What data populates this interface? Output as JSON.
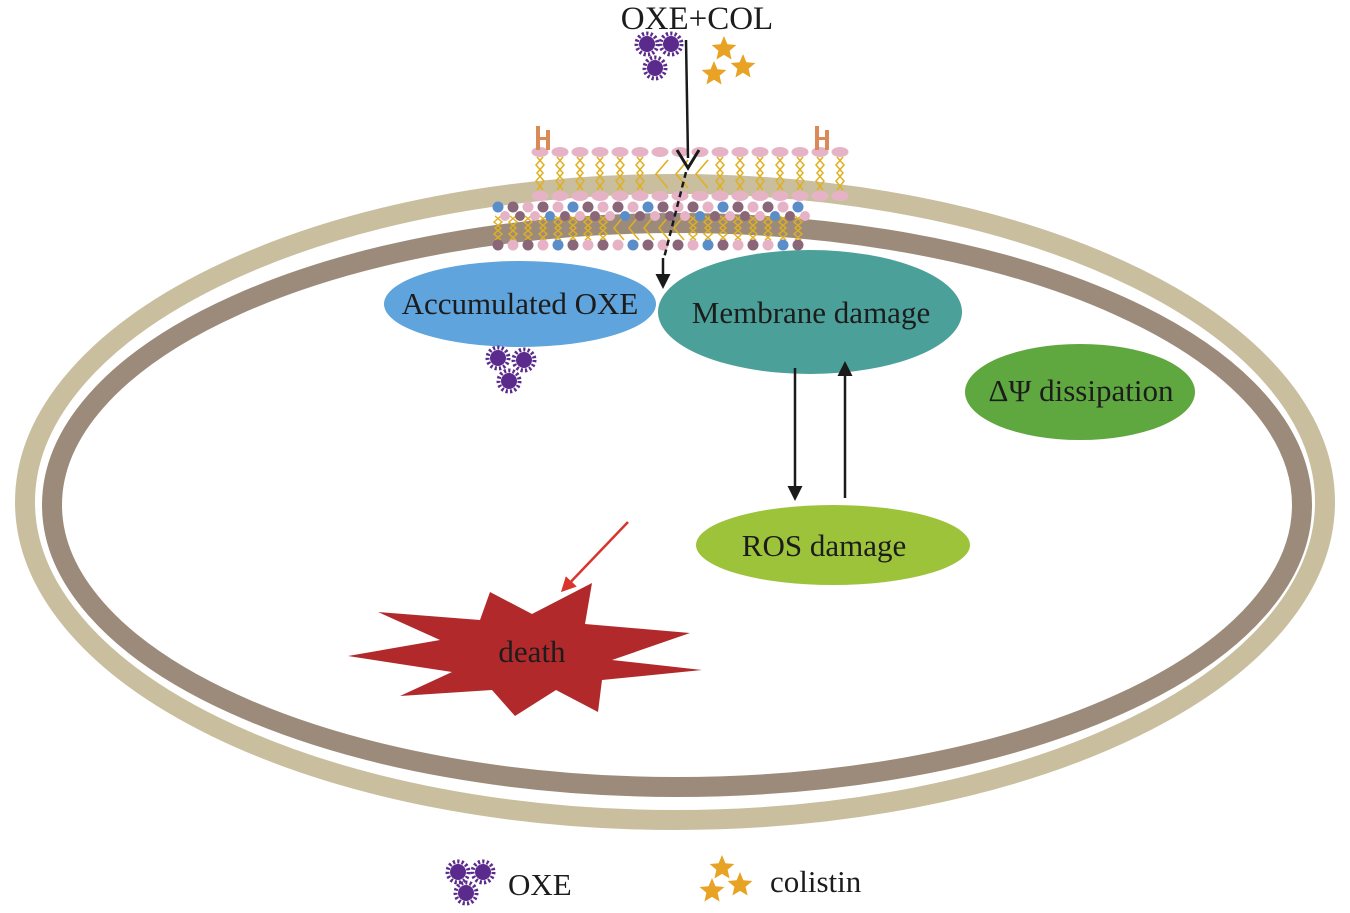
{
  "labels": {
    "input": "OXE+COL",
    "accumulated": "Accumulated OXE",
    "membrane_damage": "Membrane damage",
    "dissipation": "ΔΨ dissipation",
    "ros": "ROS damage",
    "death": "death"
  },
  "legend": {
    "oxe": {
      "icon": "oxe-molecule-icon",
      "label": "OXE"
    },
    "colistin": {
      "icon": "colistin-star-icon",
      "label": "colistin"
    }
  },
  "colors": {
    "outer_membrane": "#c9bf9f",
    "inner_membrane": "#9c8b7b",
    "accumulated": "#5fa4dc",
    "membrane_damage": "#4ba199",
    "dissipation": "#5ea83f",
    "ros": "#9dc33b",
    "death": "#b1292b",
    "oxe": "#5a2a8c",
    "colistin": "#e8a224",
    "red_arrow": "#d8352c",
    "lipid_head": "#e6b3c6",
    "lipid_tail": "#e0b020",
    "inner_head_blue": "#5b8ec8",
    "inner_head_mauve": "#8a6679",
    "lps": "#d98a58",
    "arrow": "#1a1a1a"
  }
}
